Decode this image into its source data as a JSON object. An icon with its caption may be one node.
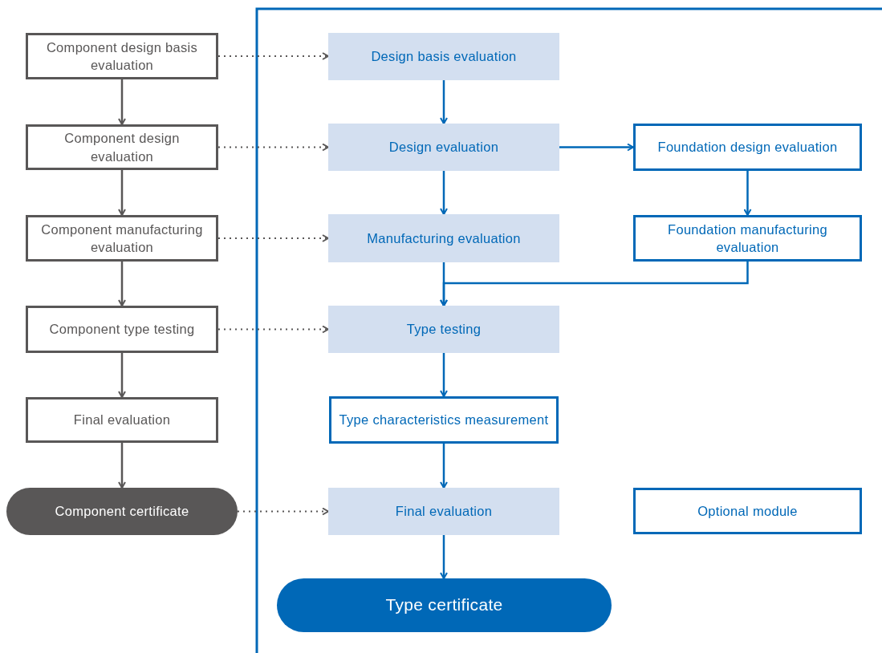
{
  "diagram": {
    "nodes": [
      {
        "text": [
          "Component design basis evaluation"
        ]
      },
      {
        "text": [
          "Component design evaluation"
        ]
      },
      {
        "text": [
          "Component manufacturing evaluation"
        ]
      },
      {
        "text": [
          "Component type testing"
        ]
      },
      {
        "text": [
          "Final evaluation"
        ]
      },
      {
        "text": [
          "Component certificate"
        ]
      },
      {
        "text": [
          "Design basis evaluation"
        ]
      },
      {
        "text": [
          "Design evaluation"
        ]
      },
      {
        "text": [
          "Manufacturing evaluation"
        ]
      },
      {
        "text": [
          "Type testing"
        ]
      },
      {
        "text": [
          "Type characteristics measurement"
        ]
      },
      {
        "text": [
          "Final evaluation"
        ]
      },
      {
        "text": [
          "Type certificate"
        ]
      },
      {
        "text": [
          "Foundation design evaluation"
        ]
      },
      {
        "text": [
          "Foundation manufacturing evaluation"
        ]
      },
      {
        "text": [
          "Optional module"
        ]
      }
    ],
    "edges": [
      {
        "from": 0,
        "to": 1,
        "arrow": "to"
      },
      {
        "from": 1,
        "to": 2,
        "arrow": "to"
      },
      {
        "from": 2,
        "to": 3,
        "arrow": "to"
      },
      {
        "from": 3,
        "to": 4,
        "arrow": "to"
      },
      {
        "from": 4,
        "to": 5,
        "arrow": "to"
      },
      {
        "from": 0,
        "to": 6,
        "arrow": "to",
        "style": "dashed"
      },
      {
        "from": 1,
        "to": 7,
        "arrow": "to",
        "style": "dashed"
      },
      {
        "from": 2,
        "to": 8,
        "arrow": "to",
        "style": "dashed"
      },
      {
        "from": 3,
        "to": 9,
        "arrow": "to",
        "style": "dashed"
      },
      {
        "from": 5,
        "to": 11,
        "arrow": "to",
        "style": "dashed"
      },
      {
        "from": 6,
        "to": 7,
        "arrow": "to",
        "color": "#0068b7"
      },
      {
        "from": 7,
        "to": 8,
        "arrow": "to",
        "color": "#0068b7"
      },
      {
        "from": 8,
        "to": 9,
        "arrow": "to",
        "color": "#0068b7"
      },
      {
        "from": 9,
        "to": 10,
        "arrow": "to",
        "color": "#0068b7"
      },
      {
        "from": 10,
        "to": 11,
        "arrow": "to",
        "color": "#0068b7"
      },
      {
        "from": 11,
        "to": 12,
        "arrow": "to",
        "color": "#0068b7"
      },
      {
        "from": 7,
        "to": 13,
        "arrow": "to",
        "color": "#0068b7"
      },
      {
        "from": 13,
        "to": 14,
        "arrow": "to",
        "color": "#0068b7"
      },
      {
        "from": 14,
        "to": 9,
        "arrow": "to",
        "color": "#0068b7"
      }
    ]
  }
}
